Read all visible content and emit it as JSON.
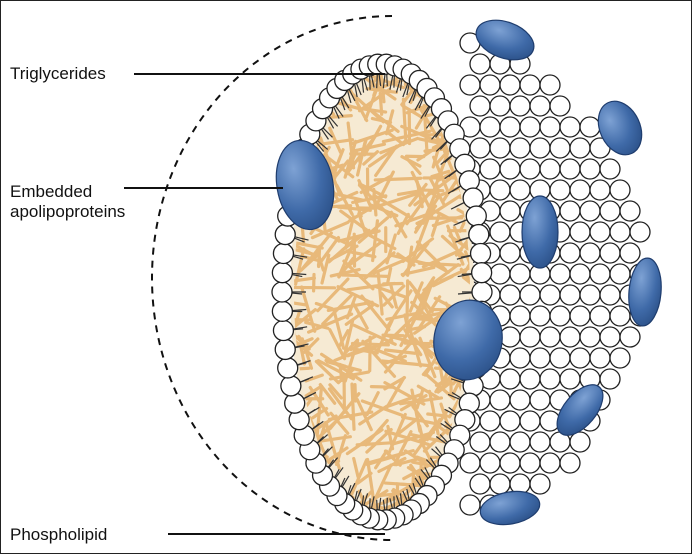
{
  "labels": {
    "triglycerides": "Triglycerides",
    "apolipoproteins_line1": "Embedded",
    "apolipoproteins_line2": "apolipoproteins",
    "phospholipid": "Phospholipid"
  },
  "colors": {
    "apolipoprotein": "#3f6aa8",
    "apolipoprotein_highlight": "#6f94c8",
    "apolipoprotein_edge": "#1f3d6e",
    "triglyceride": "#e8b97a",
    "triglyceride_edge": "#b8864a",
    "phospholipid_head": "#ffffff",
    "phospholipid_edge": "#222222",
    "phospholipid_tail": "#333333",
    "core": "#f3e2c4",
    "leader_line": "#111111"
  }
}
